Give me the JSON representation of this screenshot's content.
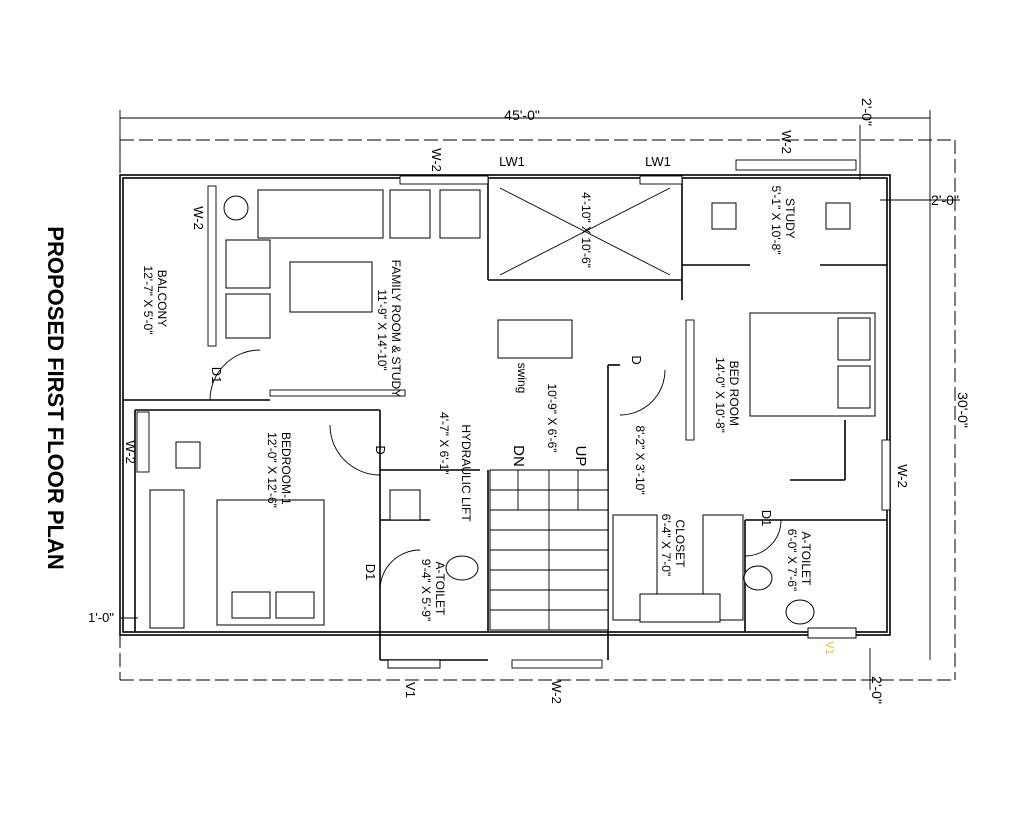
{
  "title": "PROPOSED FIRST FLOOR PLAN",
  "dimensions": {
    "overall_width": "45'-0\"",
    "overall_depth": "30'-0\"",
    "offset_top": "2'-0\"",
    "offset_right": "2'-0\"",
    "offset_bottom": "2'-0\"",
    "offset_left": "1'-0\""
  },
  "rooms": {
    "balcony": {
      "name": "BALCONY",
      "size": "12'-7\" X 5'-0\""
    },
    "family": {
      "name": "FAMILY ROOM & STUDY",
      "size": "11'-9\" X 14'-10\""
    },
    "cutout": {
      "size": "4'-10\" X 10'-6\""
    },
    "study": {
      "name": "STUDY",
      "size": "5'-1\" X 10'-8\""
    },
    "bedroom_right": {
      "name": "BED ROOM",
      "size": "14'-0\" X 10'-8\""
    },
    "bedroom1": {
      "name": "BEDROOM-1",
      "size": "12'-0\" X 12'-6\""
    },
    "lift": {
      "name": "HYDRAULIC LIFT",
      "size": "4'-7\" X 6'-1\""
    },
    "stair_lobby": {
      "size": "10'-9\" X 6'-6\""
    },
    "passage": {
      "size": "8'-2\" X 3'-10\""
    },
    "closet": {
      "name": "CLOSET",
      "size": "6'-4\" X 7'-0\""
    },
    "toilet_left": {
      "name": "A-TOILET",
      "size": "9'-4\" X 5'-9\""
    },
    "toilet_right": {
      "name": "A-TOILET",
      "size": "6'-0\" X 7'-6\""
    }
  },
  "labels": {
    "swing": "swing",
    "up": "UP",
    "dn": "DN",
    "lw1": "LW1",
    "w2": "W-2",
    "v1": "V1",
    "d": "D",
    "d1": "D1"
  }
}
